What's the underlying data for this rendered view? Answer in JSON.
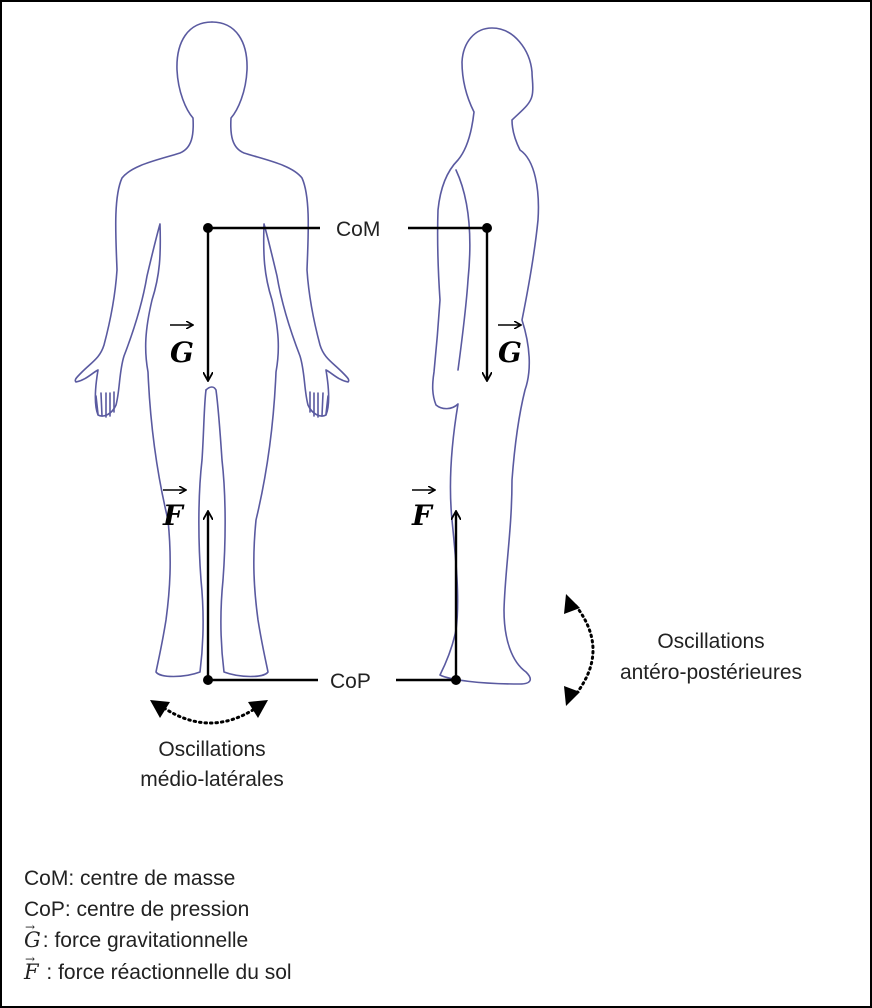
{
  "labels": {
    "com": "CoM",
    "cop": "CoP",
    "vector_g": "G",
    "vector_f": "F",
    "osc_ml_line1": "Oscillations",
    "osc_ml_line2": "médio-latérales",
    "osc_ap_line1": "Oscillations",
    "osc_ap_line2": "antéro-postérieures"
  },
  "legend": [
    {
      "symbol": "",
      "text": "CoM: centre de masse"
    },
    {
      "symbol": "",
      "text": "CoP: centre de pression"
    },
    {
      "symbol": "G",
      "text": ": force gravitationnelle"
    },
    {
      "symbol": "F",
      "text": " : force réactionnelle du sol"
    }
  ],
  "colors": {
    "silhouette": "#5a5aa0",
    "lines": "#000000",
    "border": "#000000"
  }
}
